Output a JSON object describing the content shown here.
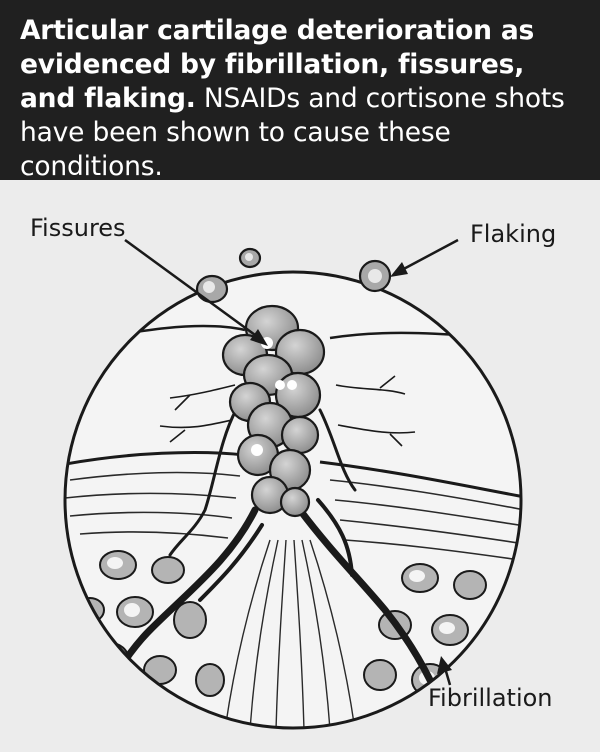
{
  "header": {
    "title_bold": "Articular cartilage deterioration as evidenced by fibrillation, fissures, and flaking.",
    "title_regular": " NSAIDs and cortisone shots have been shown to cause these conditions."
  },
  "labels": {
    "fissures": "Fissures",
    "flaking": "Flaking",
    "fibrillation": "Fibrillation"
  },
  "colors": {
    "header_bg": "#202020",
    "header_text": "#ffffff",
    "background": "#ececec",
    "cartilage_fill": "#f4f4f4",
    "lesion_fill": "#9c9c9c",
    "ink": "#1a1a1a"
  }
}
